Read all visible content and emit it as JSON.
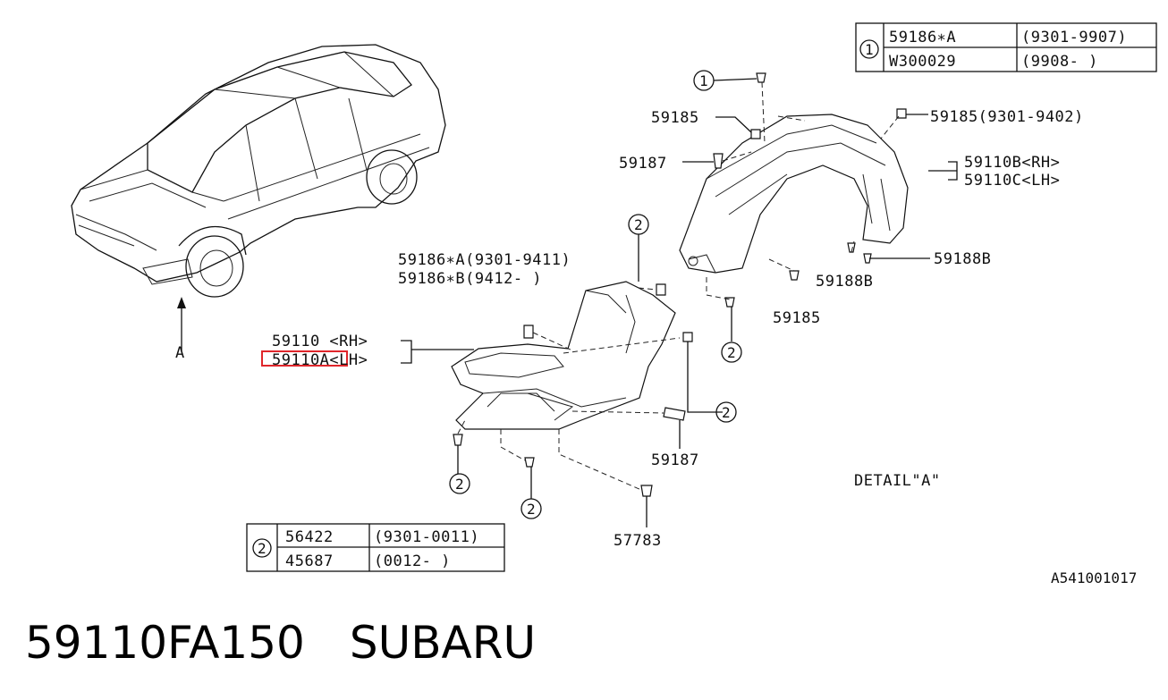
{
  "caption": {
    "part_number": "59110FA150",
    "brand": "SUBARU"
  },
  "diagram": {
    "detail_marker": "A",
    "detail_title": "DETAIL\"A\"",
    "drawing_code": "A541001017",
    "callout_1": "1",
    "callout_2": "2",
    "table_1": {
      "key": "1",
      "rows": [
        {
          "part": "59186∗A",
          "range": "(9301-9907)"
        },
        {
          "part": "W300029",
          "range": "(9908-      )"
        }
      ]
    },
    "table_2": {
      "key": "2",
      "rows": [
        {
          "part": "56422",
          "range": "(9301-0011)"
        },
        {
          "part": "45687",
          "range": "(0012-      )"
        }
      ]
    },
    "labels": {
      "p59185_top": "59185",
      "p59185_right": "59185(9301-9402)",
      "p59187_top": "59187",
      "p59110b": "59110B<RH>",
      "p59110c": "59110C<LH>",
      "p59188b_right": "59188B",
      "p59188b_mid": "59188B",
      "p59185_bottom": "59185",
      "p59186a": "59186∗A(9301-9411)",
      "p59186b": "59186∗B(9412-  )",
      "p59110": "59110  <RH>",
      "p59110a": "59110A<LH>",
      "p59187_bottom": "59187",
      "p57783": "57783"
    }
  }
}
